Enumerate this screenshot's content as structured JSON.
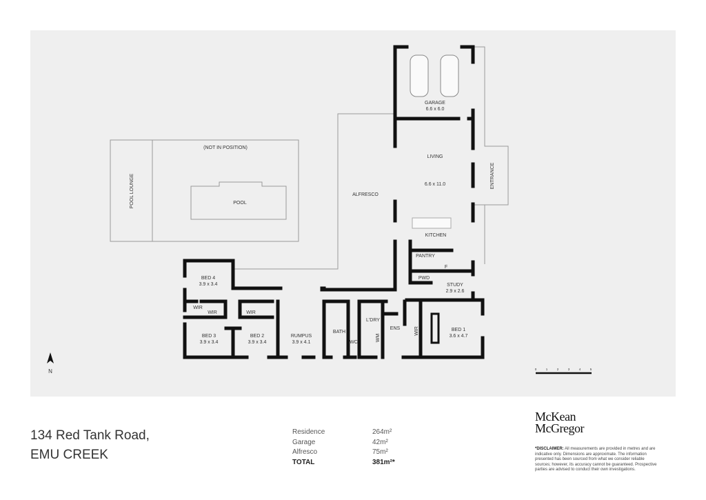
{
  "plan": {
    "rooms": {
      "garage": {
        "name": "GARAGE",
        "size": "6.6 x 6.0"
      },
      "living": {
        "name": "LIVING",
        "size": "6.6 x 11.0"
      },
      "entrance": "ENTRANCE",
      "kitchen": "KITCHEN",
      "pantry": "PANTRY",
      "fridge": "F",
      "pwd": "PWD",
      "study": {
        "name": "STUDY",
        "size": "2.9 x 2.6"
      },
      "alfresco": "ALFRESCO",
      "pool": "POOL",
      "pool_note": "(NOT IN POSITION)",
      "pool_lounge": "POOL LOUNGE",
      "bed4": {
        "name": "BED 4",
        "size": "3.9 x 3.4"
      },
      "bed3": {
        "name": "BED 3",
        "size": "3.9 x 3.4"
      },
      "bed2": {
        "name": "BED 2",
        "size": "3.9 x 3.4"
      },
      "bed1": {
        "name": "BED 1",
        "size": "3.6 x 4.7"
      },
      "wir": "WIR",
      "rumpus": {
        "name": "RUMPUS",
        "size": "3.9 x 4.1"
      },
      "bath": "BATH",
      "wc": "WC",
      "ldry": "L'DRY",
      "wm": "WM",
      "ens": "ENS"
    },
    "north": "N",
    "scale_ticks": [
      "0",
      "1",
      "2",
      "3",
      "4",
      "5"
    ]
  },
  "address": {
    "line1": "134 Red Tank Road,",
    "line2": "EMU CREEK"
  },
  "areas": [
    {
      "label": "Residence",
      "value": "264m²"
    },
    {
      "label": "Garage",
      "value": "42m²"
    },
    {
      "label": "Alfresco",
      "value": "75m²"
    },
    {
      "label": "TOTAL",
      "value": "381m²*"
    }
  ],
  "brand": {
    "line1": "McKean",
    "line2": "McGregor"
  },
  "disclaimer": {
    "title": "*DISCLAIMER:",
    "text": "All measurements are provided in metres and are indicative only. Dimensions are approximate. The information presented has been sourced from what we consider reliable sources; however, its accuracy cannot be guaranteed. Prospective parties are advised to conduct their own investigations."
  }
}
